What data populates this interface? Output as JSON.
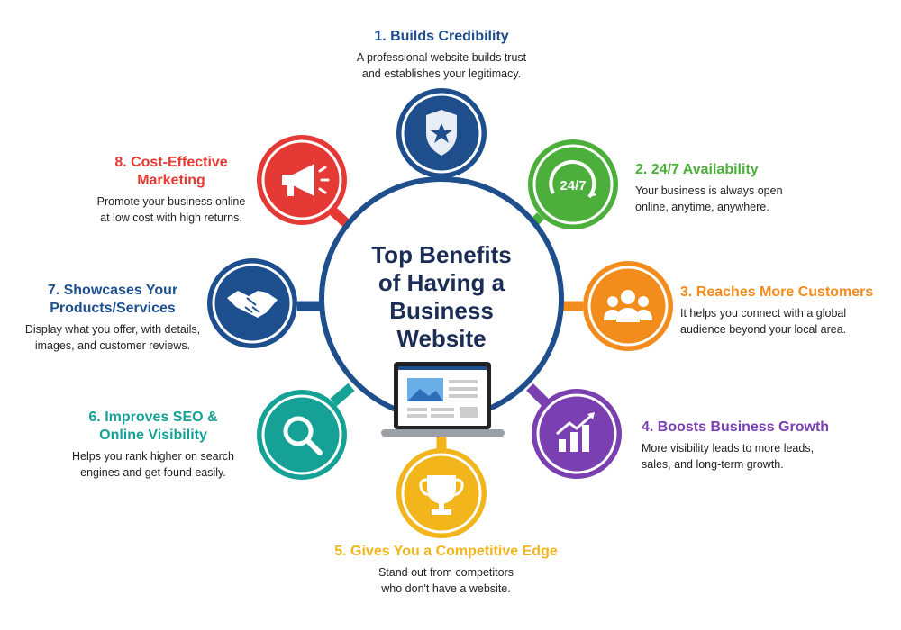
{
  "title_lines": [
    "Top Benefits",
    "of Having a",
    "Business",
    "Website"
  ],
  "colors": {
    "hub": "#1f4e8c",
    "b1": "#1f4e8c",
    "b2": "#4caf3c",
    "b3": "#f28c1c",
    "b4": "#7a3fb0",
    "b5": "#f2b51c",
    "b6": "#16a196",
    "b7": "#1d4f8f",
    "b8": "#e53935"
  },
  "benefits": [
    {
      "title": "1. Builds Credibility",
      "desc": [
        "A professional website builds trust",
        "and establishes your legitimacy."
      ],
      "icon": "shield-star-icon"
    },
    {
      "title": "2. 24/7 Availability",
      "desc": [
        "Your business is always open",
        "online, anytime, anywhere."
      ],
      "icon": "clock-24-7-icon",
      "icon_text": "24/7"
    },
    {
      "title": "3. Reaches More Customers",
      "desc": [
        "It helps you connect with a global",
        "audience beyond your local area."
      ],
      "icon": "people-group-icon"
    },
    {
      "title": "4. Boosts Business Growth",
      "desc": [
        "More visibility leads to more leads,",
        "sales, and long-term growth."
      ],
      "icon": "growth-chart-icon"
    },
    {
      "title": "5. Gives You a Competitive Edge",
      "desc": [
        "Stand out from competitors",
        "who don't have a website."
      ],
      "icon": "trophy-icon"
    },
    {
      "title": [
        "6. Improves SEO &",
        "Online Visibility"
      ],
      "desc": [
        "Helps you rank higher on search",
        "engines and get found easily."
      ],
      "icon": "magnifier-icon"
    },
    {
      "title": [
        "7. Showcases Your",
        "Products/Services"
      ],
      "desc": [
        "Display what you offer, with details,",
        "images, and customer reviews."
      ],
      "icon": "handshake-icon"
    },
    {
      "title": [
        "8. Cost-Effective",
        "Marketing"
      ],
      "desc": [
        "Promote your business online",
        "at low cost with high returns."
      ],
      "icon": "megaphone-icon"
    }
  ]
}
